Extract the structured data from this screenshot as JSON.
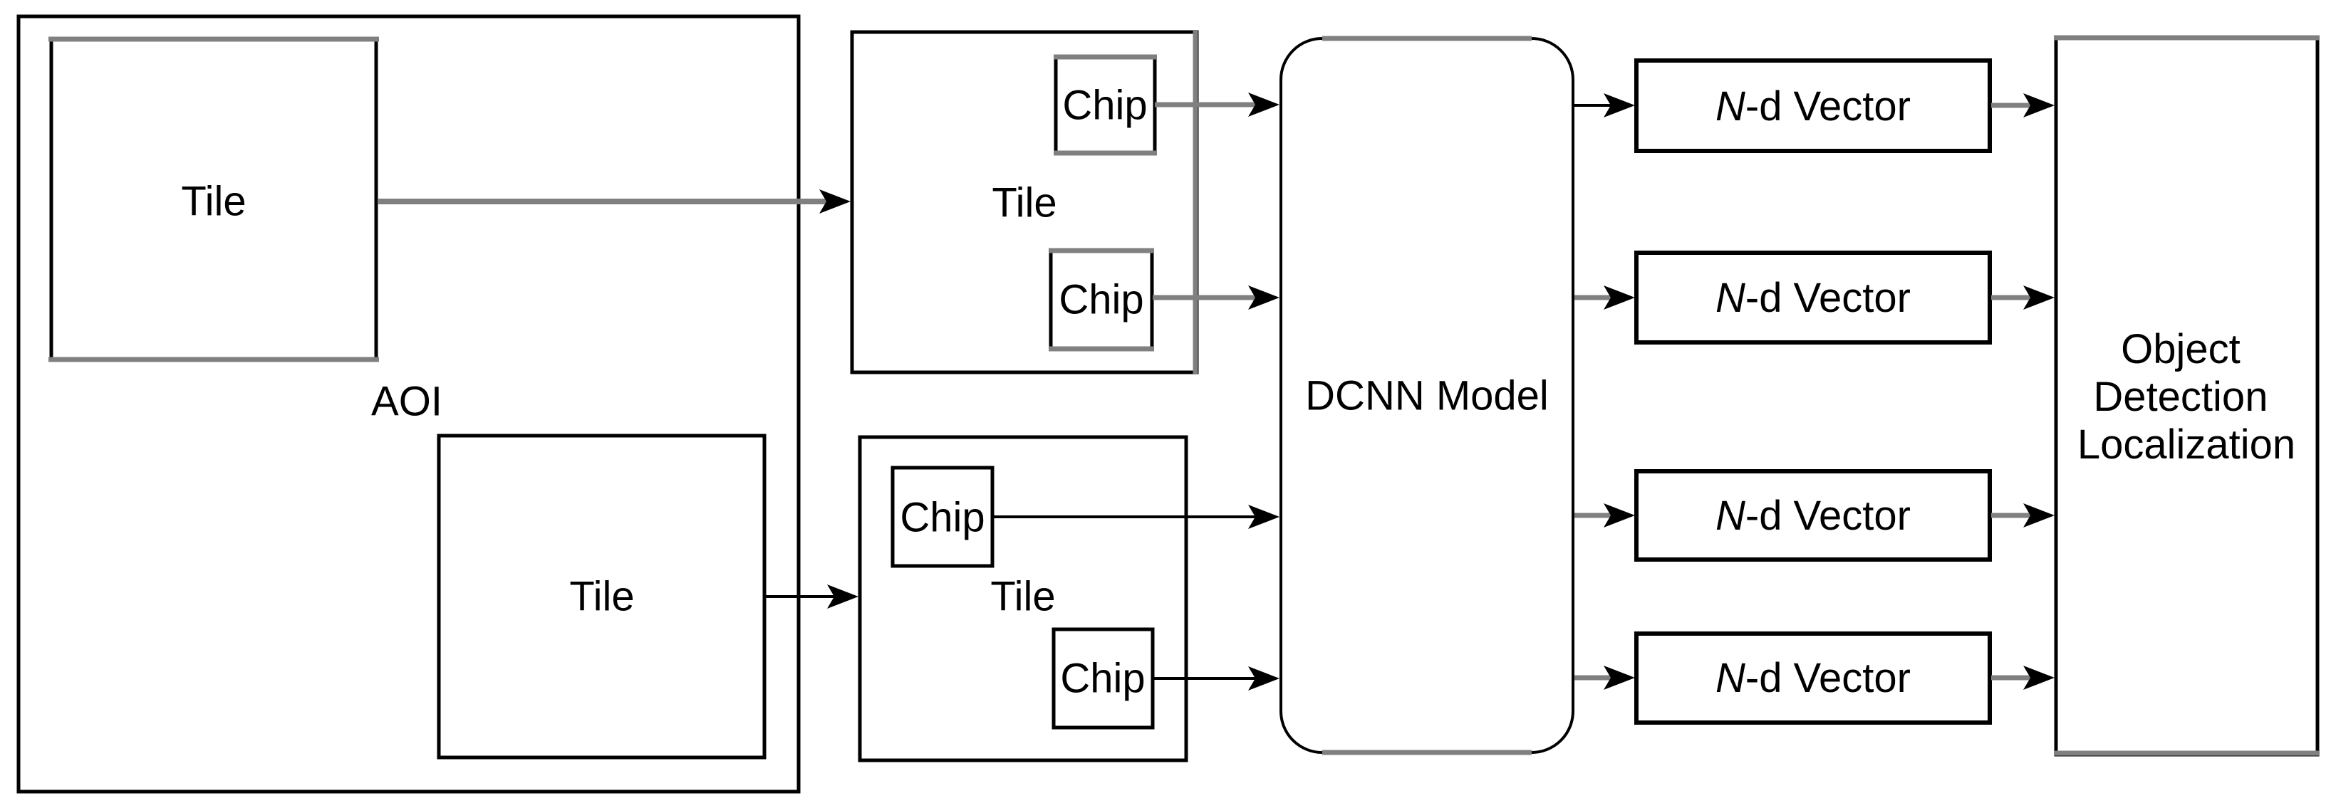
{
  "diagram": {
    "aoi": {
      "label": "AOI",
      "tiles": [
        {
          "label": "Tile"
        },
        {
          "label": "Tile"
        }
      ]
    },
    "chipped_tiles": [
      {
        "label": "Tile",
        "chips": [
          {
            "label": "Chip"
          },
          {
            "label": "Chip"
          }
        ]
      },
      {
        "label": "Tile",
        "chips": [
          {
            "label": "Chip"
          },
          {
            "label": "Chip"
          }
        ]
      }
    ],
    "model": {
      "label": "DCNN Model"
    },
    "vectors": [
      {
        "n": "N",
        "suffix": "-d Vector"
      },
      {
        "n": "N",
        "suffix": "-d Vector"
      },
      {
        "n": "N",
        "suffix": "-d Vector"
      },
      {
        "n": "N",
        "suffix": "-d Vector"
      }
    ],
    "output": {
      "lines": [
        "Object",
        "Detection",
        "Localization"
      ]
    }
  },
  "colors": {
    "black": "#000000",
    "gray": "#808080",
    "background": "#ffffff",
    "text": "#000000"
  }
}
